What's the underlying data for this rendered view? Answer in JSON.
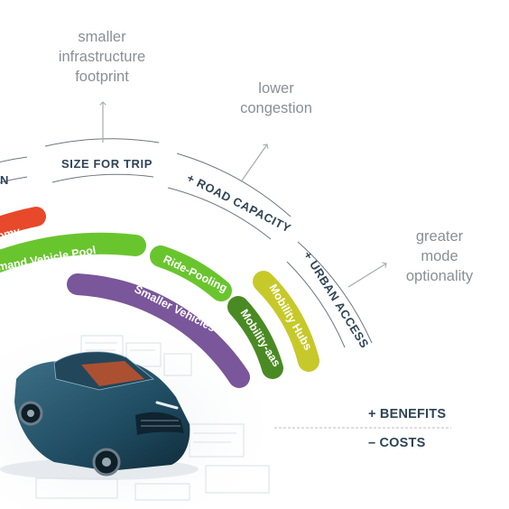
{
  "arc_labels": {
    "left_cut": "N",
    "size_for_trip": "SIZE FOR TRIP",
    "road_capacity": "+ ROAD CAPACITY",
    "urban_access": "+ URBAN ACCESS"
  },
  "annotations": {
    "infrastructure": [
      "smaller",
      "infrastructure",
      "footprint"
    ],
    "congestion": [
      "lower",
      "congestion"
    ],
    "mode": [
      "greater",
      "mode",
      "optionality"
    ]
  },
  "bands": {
    "red": {
      "label": "omy",
      "color": "#e8492a"
    },
    "pool": {
      "label": "mand Vehicle Pool",
      "color": "#69c52e"
    },
    "ride_pooling": {
      "label": "Ride-Pooling",
      "color": "#69c52e"
    },
    "smaller_vehicles": {
      "label": "Smaller Vehicles",
      "color": "#7a569a"
    },
    "mobility_aas": {
      "label": "Mobility-aas",
      "color": "#4a8a23"
    },
    "mobility_hubs": {
      "label": "Mobility Hubs",
      "color": "#c7c92a"
    }
  },
  "legend": {
    "benefits": "+ BENEFITS",
    "costs": "– COSTS"
  }
}
